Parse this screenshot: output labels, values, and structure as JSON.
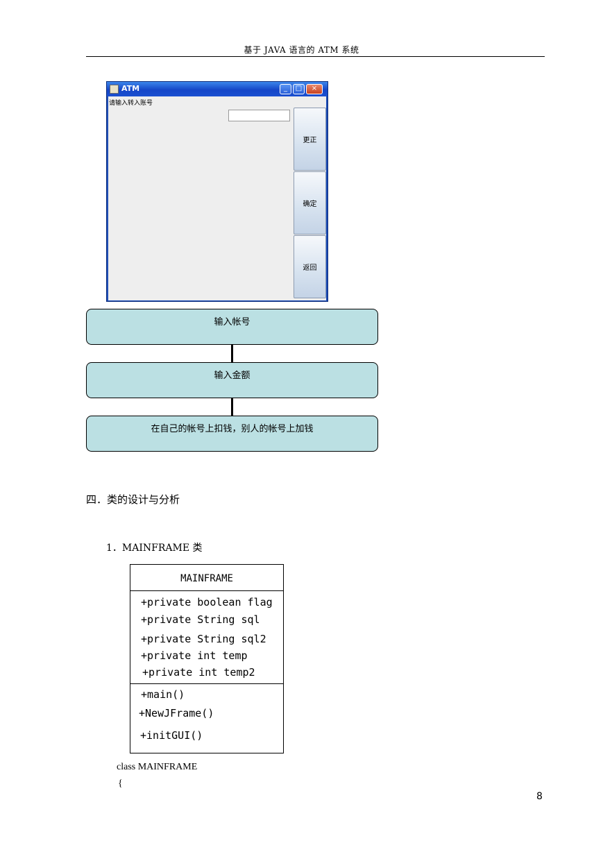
{
  "header": {
    "title": "基于 JAVA 语言的 ATM 系统"
  },
  "atm_window": {
    "title": "ATM",
    "prompt": "请输入转入账号",
    "buttons": {
      "correct": "更正",
      "confirm": "确定",
      "return": "返回"
    },
    "window_controls": {
      "minimize": "_",
      "maximize": "□",
      "close": "×"
    }
  },
  "flowchart": {
    "steps": [
      "输入帐号",
      "输入金额",
      "在自己的帐号上扣钱，别人的帐号上加钱"
    ]
  },
  "section": {
    "heading": "四．类的设计与分析",
    "subheading": "1．MAINFRAME 类"
  },
  "uml": {
    "class_name": "MAINFRAME",
    "attributes": [
      "+private boolean flag",
      "+private String sql",
      "+private String sql2",
      "+private int temp",
      "+private int temp2"
    ],
    "methods": [
      "+main()",
      "+NewJFrame()",
      "+initGUI()"
    ]
  },
  "code": {
    "line1": "class MAINFRAME",
    "line2": "{"
  },
  "page_number": "8"
}
